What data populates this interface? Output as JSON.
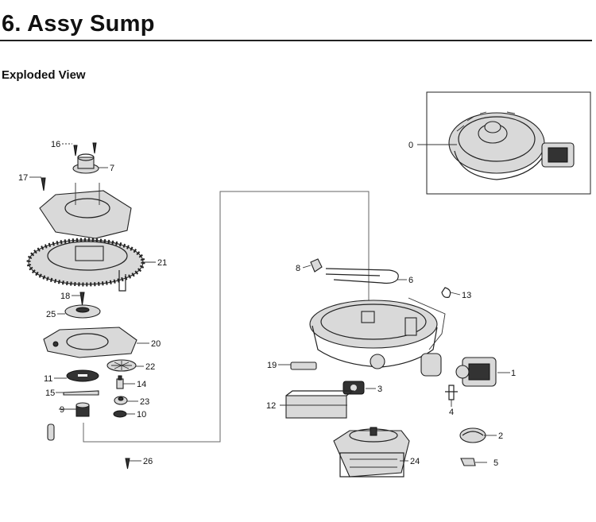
{
  "page": {
    "title": "6.  Assy Sump",
    "subtitle": "Exploded View"
  },
  "callouts": {
    "c0": "0",
    "c1": "1",
    "c2": "2",
    "c3": "3",
    "c4": "4",
    "c5": "5",
    "c6": "6",
    "c7": "7",
    "c8": "8",
    "c9": "9",
    "c10": "10",
    "c11": "11",
    "c12": "12",
    "c13": "13",
    "c14": "14",
    "c15": "15",
    "c16": "16",
    "c17": "17",
    "c18": "18",
    "c19": "19",
    "c20": "20",
    "c21": "21",
    "c22": "22",
    "c23": "23",
    "c24": "24",
    "c25": "25",
    "c26": "26"
  }
}
